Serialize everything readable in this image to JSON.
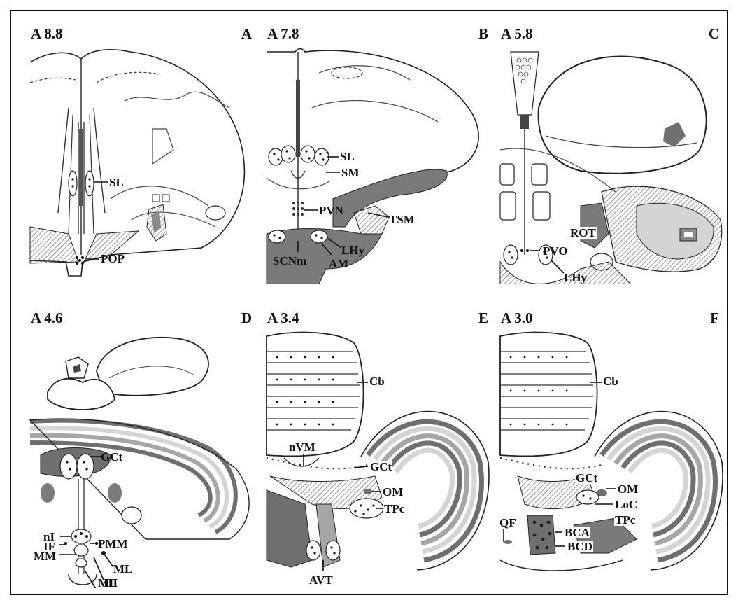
{
  "colors": {
    "line": "#222222",
    "dark": "#6f6f6f",
    "mid": "#a6a6a6",
    "light": "#d4d4d4",
    "hatch": "#8a8a8a"
  },
  "panels": [
    {
      "coord": "A 8.8",
      "letter": "A",
      "labels": [
        "SL",
        "POP"
      ]
    },
    {
      "coord": "A 7.8",
      "letter": "B",
      "labels": [
        "SL",
        "SM",
        "PVN",
        "TSM",
        "LHy",
        "SCNm",
        "AM"
      ]
    },
    {
      "coord": "A 5.8",
      "letter": "C",
      "labels": [
        "ROT",
        "PVO",
        "LHy"
      ]
    },
    {
      "coord": "A 4.6",
      "letter": "D",
      "labels": [
        "GCt",
        "nI",
        "IF",
        "PMM",
        "MM",
        "ML",
        "IH",
        "ME"
      ]
    },
    {
      "coord": "A 3.4",
      "letter": "E",
      "labels": [
        "Cb",
        "nVM",
        "GCt",
        "OM",
        "TPc",
        "AVT"
      ]
    },
    {
      "coord": "A 3.0",
      "letter": "F",
      "labels": [
        "Cb",
        "GCt",
        "OM",
        "LoC",
        "QF",
        "BCA",
        "TPc",
        "BCD"
      ]
    }
  ]
}
